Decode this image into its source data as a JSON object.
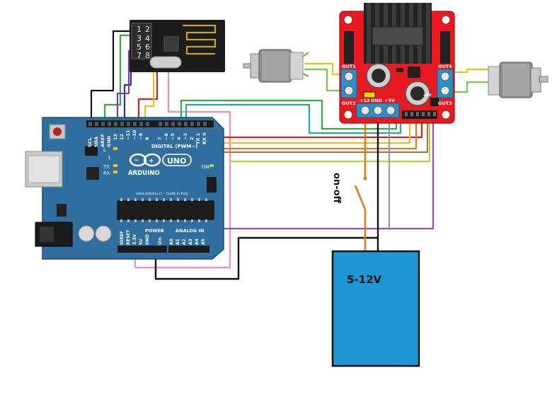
{
  "arduino": {
    "brand": "ARDUINO",
    "model": "UNO",
    "website": "www.arduino.cc - made in Italy",
    "on_label": "ON",
    "digital_label": "DIGITAL (PWM~)",
    "analog_label": "ANALOG IN",
    "power_label": "POWER",
    "aref": "AREF",
    "gnd": "GND",
    "scl": "SCL",
    "sda": "SDA",
    "pin13": "13",
    "pin12": "12",
    "pin11": "~11",
    "pin10": "~10",
    "pin9": "~9",
    "pin8": "8",
    "pin7": "7",
    "pin6": "~6",
    "pin5": "~5",
    "pin4": "4",
    "pin3": "~3",
    "pin2": "2",
    "pin1": "TX 1",
    "pin0": "RX 0",
    "ioref": "IOREF",
    "reset": "RESET",
    "v33": "3.3V",
    "v5": "5V",
    "gnd2": "GND",
    "vin": "Vin",
    "a0": "A0",
    "a1": "A1",
    "a2": "A2",
    "a3": "A3",
    "a4": "A4",
    "a5": "A5",
    "tx": "TX",
    "rx": "RX",
    "l": "L",
    "one": "1"
  },
  "radio": {
    "p1": "1",
    "p2": "2",
    "p3": "3",
    "p4": "4",
    "p5": "5",
    "p6": "6",
    "p7": "7",
    "p8": "8"
  },
  "driver": {
    "out1": "OUT1",
    "out2": "OUT2",
    "out3": "OUT3",
    "out4": "OUT4",
    "v12": "+12",
    "gnd": "GND",
    "v5": "+5V",
    "v5b": "+5V"
  },
  "switch_label": "on-off",
  "battery_label": "5-12V",
  "colors": {
    "board_blue": "#2f6e9f",
    "driver_red": "#e8191f",
    "battery_blue": "#1f96d4",
    "radio_black": "#1c1c1c"
  }
}
